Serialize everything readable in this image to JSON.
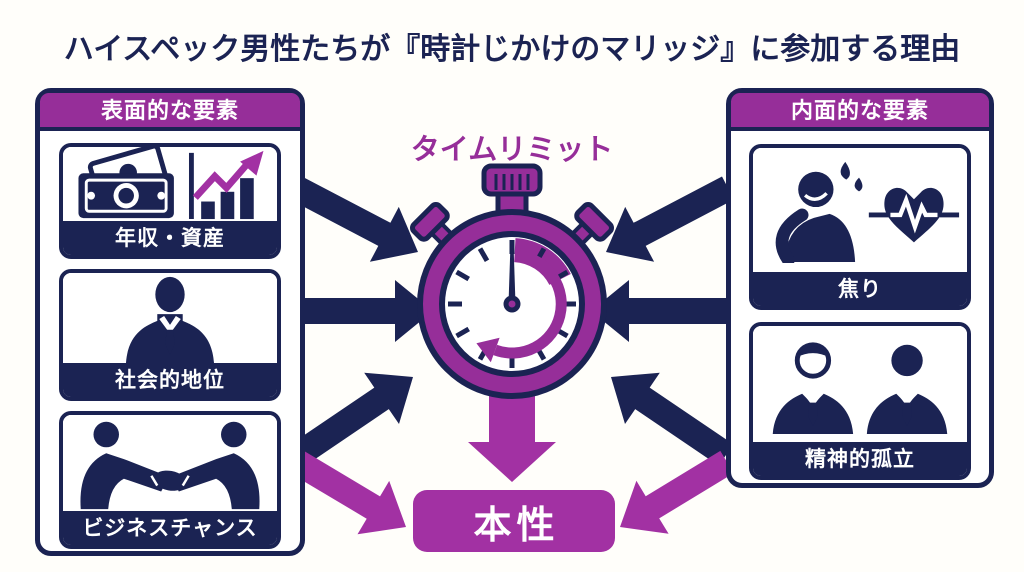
{
  "title": "ハイスペック男性たちが『時計じかけのマリッジ』に参加する理由",
  "colors": {
    "navy": "#1b2353",
    "purple": "#962e99",
    "purple_bright": "#a231a3",
    "background": "#fffefa"
  },
  "left_panel": {
    "header": "表面的な要素",
    "cards": [
      {
        "label": "年収・資産",
        "icon": "money-and-chart-icon"
      },
      {
        "label": "社会的地位",
        "icon": "businessman-icon"
      },
      {
        "label": "ビジネスチャンス",
        "icon": "handshake-icon"
      }
    ]
  },
  "right_panel": {
    "header": "内面的な要素",
    "cards": [
      {
        "label": "焦り",
        "icon": "worried-person-heartbeat-icon"
      },
      {
        "label": "精神的孤立",
        "icon": "two-businessmen-icon"
      }
    ]
  },
  "center": {
    "label": "タイムリミット",
    "icon": "stopwatch-icon"
  },
  "result": {
    "label": "本性"
  }
}
